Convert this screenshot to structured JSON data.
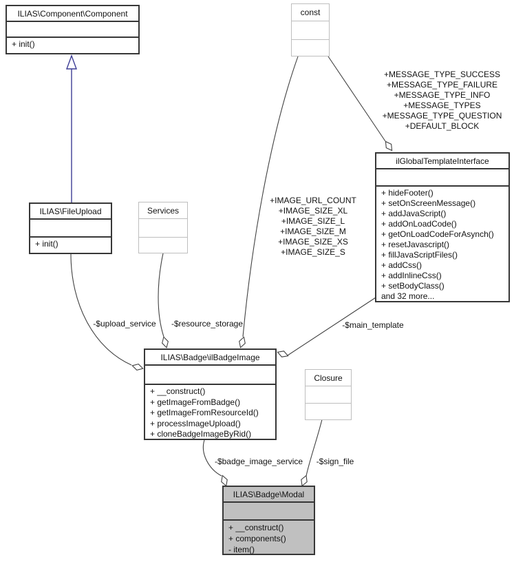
{
  "colors": {
    "class_border": "#373737",
    "external_border": "#bebebe",
    "edge": "#404040",
    "inheritance_edge": "#3c3c94",
    "highlighted_node_fill": "#c0c0c0",
    "node_fill": "#ffffff"
  },
  "classes": {
    "component": {
      "title": "ILIAS\\Component\\Component",
      "methods": [
        "+ init()"
      ]
    },
    "const_box": {
      "title": "const",
      "methods": []
    },
    "global_template": {
      "title": "ilGlobalTemplateInterface",
      "methods": [
        "+ hideFooter()",
        "+ setOnScreenMessage()",
        "+ addJavaScript()",
        "+ addOnLoadCode()",
        "+ getOnLoadCodeForAsynch()",
        "+ resetJavascript()",
        "+ fillJavaScriptFiles()",
        "+ addCss()",
        "+ addInlineCss()",
        "+ setBodyClass()",
        "and 32 more..."
      ]
    },
    "file_upload": {
      "title": "ILIAS\\FileUpload",
      "methods": [
        "+ init()"
      ]
    },
    "services": {
      "title": "Services",
      "methods": []
    },
    "badge_image": {
      "title": "ILIAS\\Badge\\ilBadgeImage",
      "methods": [
        "+ __construct()",
        "+ getImageFromBadge()",
        "+ getImageFromResourceId()",
        "+ processImageUpload()",
        "+ cloneBadgeImageByRid()"
      ]
    },
    "closure": {
      "title": "Closure",
      "methods": []
    },
    "modal": {
      "title": "ILIAS\\Badge\\Modal",
      "methods": [
        "+ __construct()",
        "+ components()",
        "- item()"
      ]
    }
  },
  "edge_labels": {
    "upload_service": "-$upload_service",
    "resource_storage": "-$resource_storage",
    "main_template": "-$main_template",
    "badge_image_service": "-$badge_image_service",
    "sign_file": "-$sign_file"
  },
  "const_usages": {
    "message_block": [
      "+MESSAGE_TYPE_SUCCESS",
      "+MESSAGE_TYPE_FAILURE",
      "+MESSAGE_TYPE_INFO",
      "+MESSAGE_TYPES",
      "+MESSAGE_TYPE_QUESTION",
      "+DEFAULT_BLOCK"
    ],
    "image_block": [
      "+IMAGE_URL_COUNT",
      "+IMAGE_SIZE_XL",
      "+IMAGE_SIZE_L",
      "+IMAGE_SIZE_M",
      "+IMAGE_SIZE_XS",
      "+IMAGE_SIZE_S"
    ]
  }
}
